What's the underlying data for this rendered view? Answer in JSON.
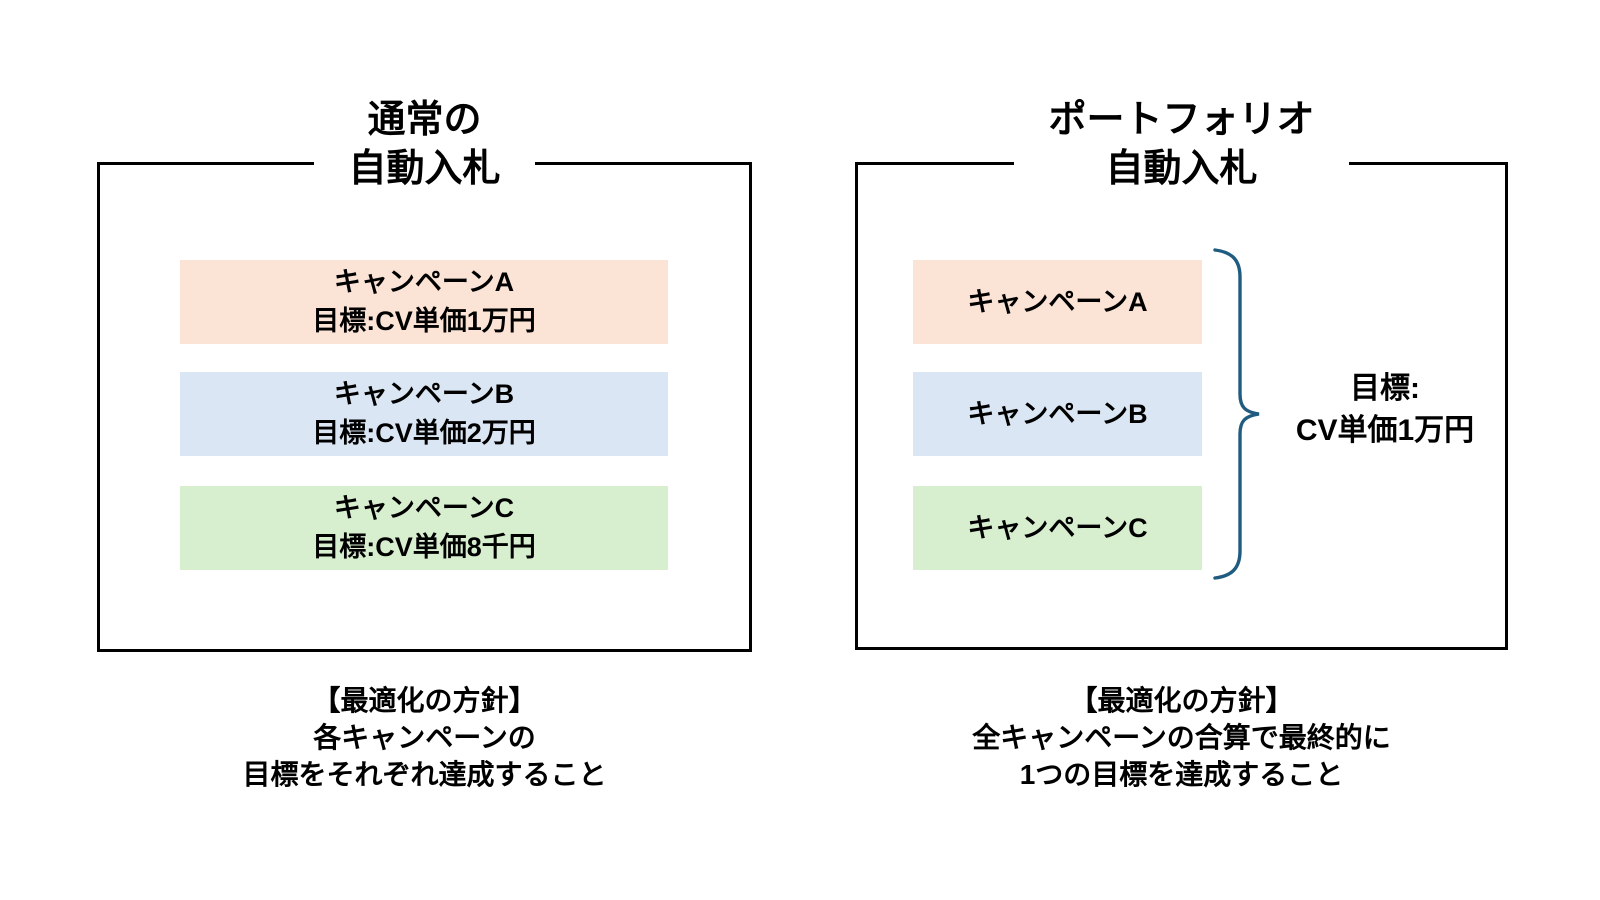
{
  "canvas": {
    "background": "#ffffff",
    "border_color": "#000000",
    "text_color": "#000000"
  },
  "left_panel": {
    "title": {
      "line1": "通常の",
      "line2": "自動入札"
    },
    "campaigns": [
      {
        "name": "キャンペーンA",
        "goal": "目標:CV単価1万円",
        "color": "#fbe3d5"
      },
      {
        "name": "キャンペーンB",
        "goal": "目標:CV単価2万円",
        "color": "#dae6f3"
      },
      {
        "name": "キャンペーンC",
        "goal": "目標:CV単価8千円",
        "color": "#d7efcf"
      }
    ],
    "policy": {
      "line1": "【最適化の方針】",
      "line2": "各キャンペーンの",
      "line3": "目標をそれぞれ達成すること"
    }
  },
  "right_panel": {
    "title": {
      "line1": "ポートフォリオ",
      "line2": "自動入札"
    },
    "campaigns": [
      {
        "name": "キャンペーンA",
        "color": "#fbe3d5"
      },
      {
        "name": "キャンペーンB",
        "color": "#dae6f3"
      },
      {
        "name": "キャンペーンC",
        "color": "#d7efcf"
      }
    ],
    "brace_color": "#1f5c80",
    "goal": {
      "line1": "目標:",
      "line2": "CV単価1万円"
    },
    "policy": {
      "line1": "【最適化の方針】",
      "line2": "全キャンペーンの合算で最終的に",
      "line3": "1つの目標を達成すること"
    }
  }
}
